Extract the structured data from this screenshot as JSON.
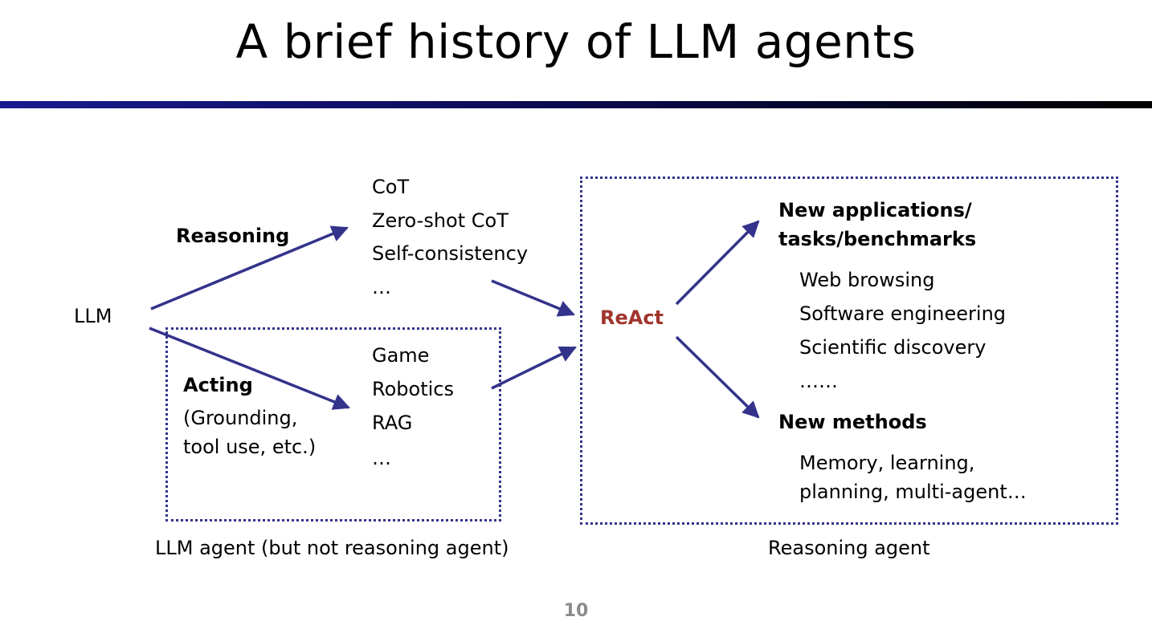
{
  "title": "A brief history of LLM agents",
  "llm_label": "LLM",
  "branches": {
    "reasoning_label": "Reasoning",
    "acting_label": "Acting",
    "acting_sub": [
      "(Grounding,",
      "tool use, etc.)"
    ]
  },
  "reasoning_methods": [
    "CoT",
    "Zero-shot CoT",
    "Self-consistency",
    "…"
  ],
  "acting_domains": [
    "Game",
    "Robotics",
    "RAG",
    "…"
  ],
  "react_label": "ReAct",
  "new_apps": {
    "heading": [
      "New applications/",
      "tasks/benchmarks"
    ],
    "items": [
      "Web browsing",
      "Software engineering",
      "Scientific discovery",
      "……"
    ]
  },
  "new_methods": {
    "heading": "New methods",
    "items": [
      "Memory, learning,",
      "planning, multi-agent…"
    ]
  },
  "captions": {
    "llm_agent": "LLM agent (but not reasoning agent)",
    "reasoning_agent": "Reasoning agent"
  },
  "page_number": "10",
  "colors": {
    "arrow": "#33338c",
    "react": "#a0342c",
    "rule": "#1a1a8f"
  }
}
